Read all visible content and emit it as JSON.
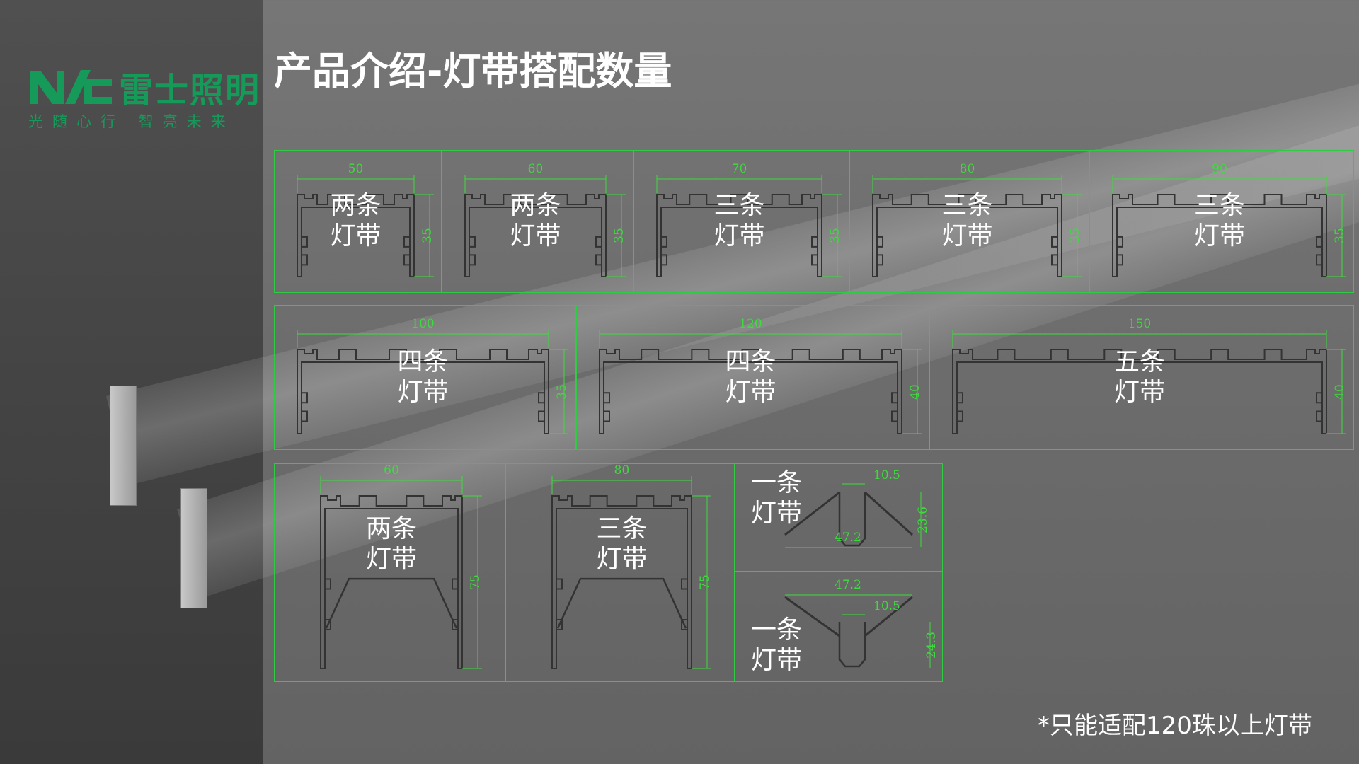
{
  "brand": {
    "logo_mark": "NVC",
    "name": "雷士照明",
    "tagline": "光随心行 智亮未来",
    "color": "#169a5a"
  },
  "title": "产品介绍-灯带搭配数量",
  "profiles": [
    {
      "label": "两条\n灯带",
      "width": "50",
      "height": "35"
    },
    {
      "label": "两条\n灯带",
      "width": "60",
      "height": "35"
    },
    {
      "label": "三条\n灯带",
      "width": "70",
      "height": "35"
    },
    {
      "label": "三条\n灯带",
      "width": "80",
      "height": "35"
    },
    {
      "label": "三条\n灯带",
      "width": "90",
      "height": "35"
    },
    {
      "label": "四条\n灯带",
      "width": "100",
      "height": "35"
    },
    {
      "label": "四条\n灯带",
      "width": "120",
      "height": "40"
    },
    {
      "label": "五条\n灯带",
      "width": "150",
      "height": "40"
    },
    {
      "label": "两条\n灯带",
      "width": "60",
      "height": "75"
    },
    {
      "label": "三条\n灯带",
      "width": "80",
      "height": "75"
    },
    {
      "label": "一条\n灯带",
      "width": "47.2",
      "height": "23.6",
      "inner": "10.5"
    },
    {
      "label": "一条\n灯带",
      "width": "47.2",
      "height": "24.3",
      "inner": "10.5"
    }
  ],
  "footnote": "*只能适配120珠以上灯带",
  "colors": {
    "dimension": "#3ddc3d",
    "grid": "#2ecc40"
  }
}
